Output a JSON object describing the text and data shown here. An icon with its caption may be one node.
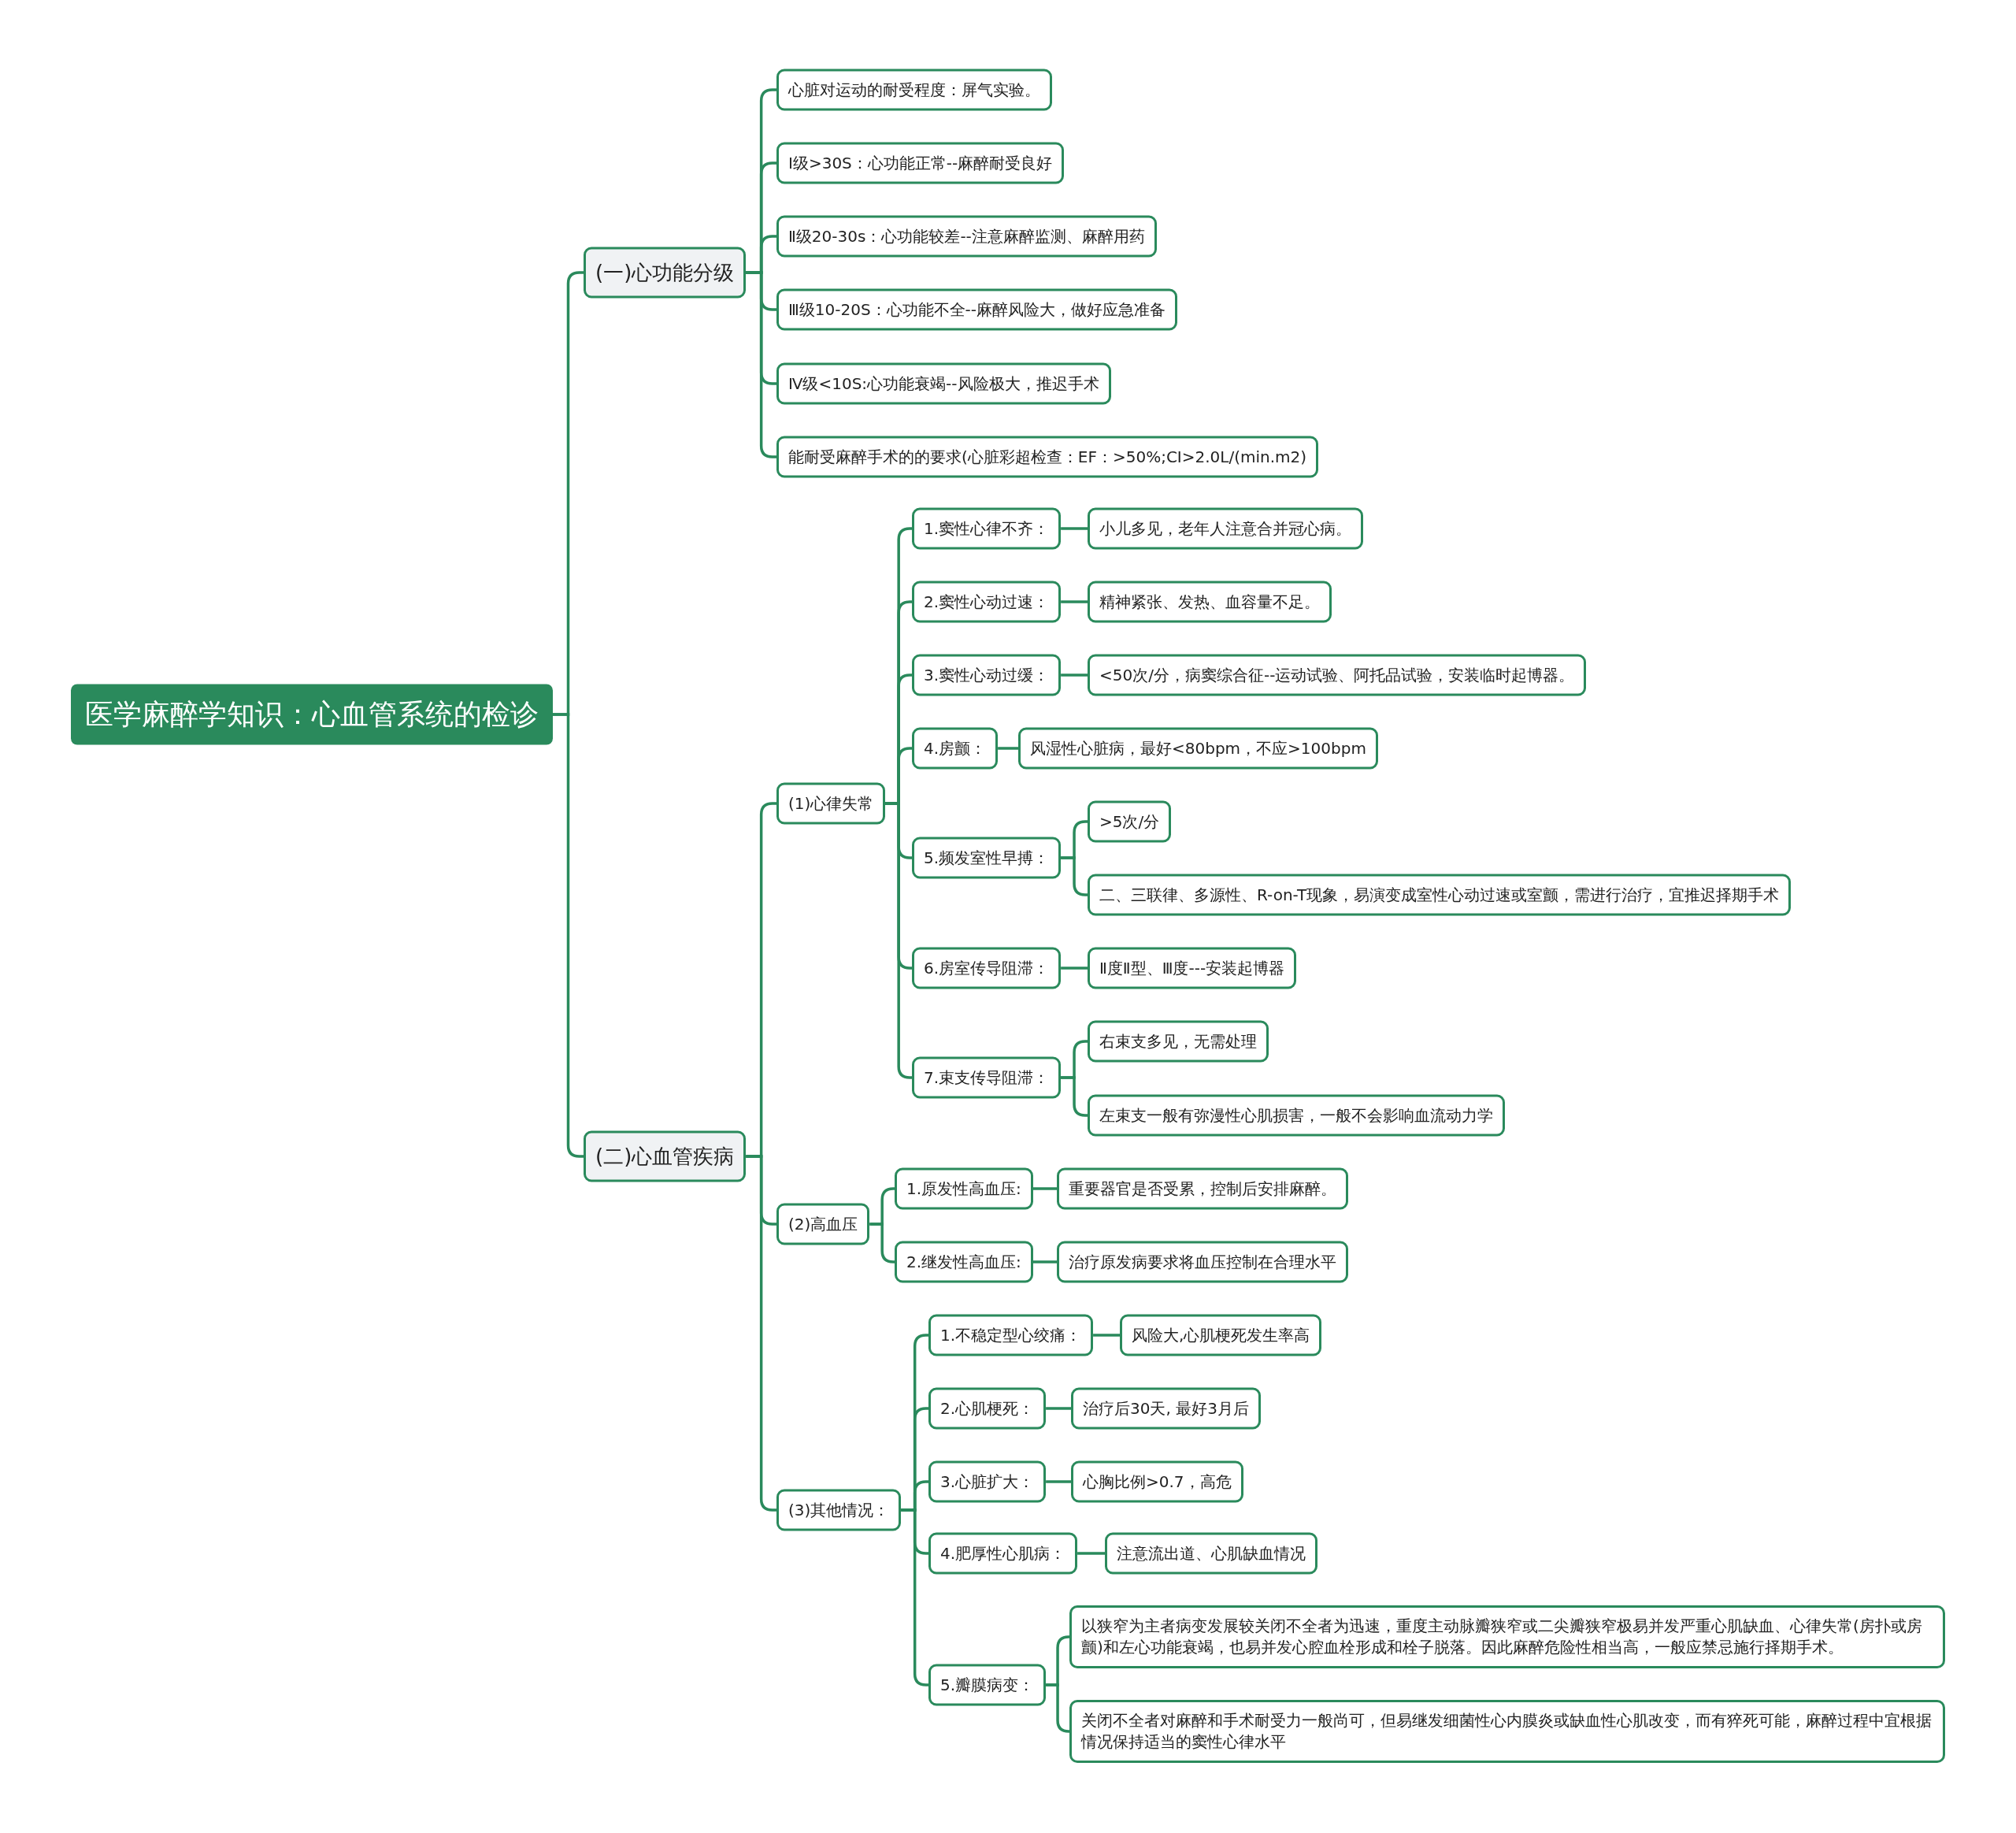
{
  "diagram": {
    "nodes": [
      {
        "text": [
          "医学麻醉学知识：心血管系统的检诊"
        ]
      },
      {
        "text": [
          "(一)心功能分级"
        ]
      },
      {
        "text": [
          "心脏对运动的耐受程度：屏气实验。"
        ]
      },
      {
        "text": [
          "Ⅰ级>30S：心功能正常--麻醉耐受良好"
        ]
      },
      {
        "text": [
          "Ⅱ级20-30s：心功能较差--注意麻醉监测、麻醉用药"
        ]
      },
      {
        "text": [
          "Ⅲ级10-20S：心功能不全--麻醉风险大，做好应急准备"
        ]
      },
      {
        "text": [
          "Ⅳ级<10S:心功能衰竭--风险极大，推迟手术"
        ]
      },
      {
        "text": [
          "能耐受麻醉手术的的要求(心脏彩超检查：EF：>50%;CI>2.0L/(min.m2)"
        ]
      },
      {
        "text": [
          "(二)心血管疾病"
        ]
      },
      {
        "text": [
          "(1)心律失常"
        ]
      },
      {
        "text": [
          "1.窦性心律不齐："
        ]
      },
      {
        "text": [
          "小儿多见，老年人注意合并冠心病。"
        ]
      },
      {
        "text": [
          "2.窦性心动过速："
        ]
      },
      {
        "text": [
          "精神紧张、发热、血容量不足。"
        ]
      },
      {
        "text": [
          "3.窦性心动过缓："
        ]
      },
      {
        "text": [
          "<50次/分，病窦综合征--运动试验、阿托品试验，安装临时起博器。"
        ]
      },
      {
        "text": [
          "4.房颤："
        ]
      },
      {
        "text": [
          "风湿性心脏病，最好<80bpm，不应>100bpm"
        ]
      },
      {
        "text": [
          "5.频发室性早搏："
        ]
      },
      {
        "text": [
          ">5次/分"
        ]
      },
      {
        "text": [
          "二、三联律、多源性、R-on-T现象，易演变成室性心动过速或室颤，需进行治疗，宜推迟择期手术"
        ]
      },
      {
        "text": [
          "6.房室传导阻滞："
        ]
      },
      {
        "text": [
          "Ⅱ度Ⅱ型、Ⅲ度---安装起博器"
        ]
      },
      {
        "text": [
          "7.束支传导阻滞："
        ]
      },
      {
        "text": [
          "右束支多见，无需处理"
        ]
      },
      {
        "text": [
          "左束支一般有弥漫性心肌损害，一般不会影响血流动力学"
        ]
      },
      {
        "text": [
          "(2)高血压"
        ]
      },
      {
        "text": [
          "1.原发性高血压:"
        ]
      },
      {
        "text": [
          "重要器官是否受累，控制后安排麻醉。"
        ]
      },
      {
        "text": [
          "2.继发性高血压:"
        ]
      },
      {
        "text": [
          "治疗原发病要求将血压控制在合理水平"
        ]
      },
      {
        "text": [
          "(3)其他情况："
        ]
      },
      {
        "text": [
          "1.不稳定型心绞痛："
        ]
      },
      {
        "text": [
          "风险大,心肌梗死发生率高"
        ]
      },
      {
        "text": [
          "2.心肌梗死："
        ]
      },
      {
        "text": [
          "治疗后30天, 最好3月后"
        ]
      },
      {
        "text": [
          "3.心脏扩大："
        ]
      },
      {
        "text": [
          "心胸比例>0.7，高危"
        ]
      },
      {
        "text": [
          "4.肥厚性心肌病："
        ]
      },
      {
        "text": [
          "注意流出道、心肌缺血情况"
        ]
      },
      {
        "text": [
          "5.瓣膜病变："
        ]
      },
      {
        "text": [
          "以狭窄为主者病变发展较关闭不全者为迅速，重度主动脉瓣狭窄或二尖瓣狭窄极易并发严重心肌缺血、心律失常(房扑或房颤)和左心功能衰竭，也易并发心腔血栓形成和栓子脱落。因此麻醉危险性相当高，一般应禁忌施行择期手术。"
        ]
      },
      {
        "text": [
          "关闭不全者对麻醉和手术耐受力一般尚可，但易继发细菌性心内膜炎或缺血性心肌改变，而有猝死可能，麻醉过程中宜根据情况保持适当的窦性心律水平"
        ]
      }
    ],
    "edges": [
      {
        "from": 0,
        "to": 1,
        "arrow": "none"
      },
      {
        "from": 1,
        "to": 2,
        "arrow": "none"
      },
      {
        "from": 1,
        "to": 3,
        "arrow": "none"
      },
      {
        "from": 1,
        "to": 4,
        "arrow": "none"
      },
      {
        "from": 1,
        "to": 5,
        "arrow": "none"
      },
      {
        "from": 1,
        "to": 6,
        "arrow": "none"
      },
      {
        "from": 1,
        "to": 7,
        "arrow": "none"
      },
      {
        "from": 0,
        "to": 8,
        "arrow": "none"
      },
      {
        "from": 8,
        "to": 9,
        "arrow": "none"
      },
      {
        "from": 9,
        "to": 10,
        "arrow": "none"
      },
      {
        "from": 10,
        "to": 11,
        "arrow": "none"
      },
      {
        "from": 9,
        "to": 12,
        "arrow": "none"
      },
      {
        "from": 12,
        "to": 13,
        "arrow": "none"
      },
      {
        "from": 9,
        "to": 14,
        "arrow": "none"
      },
      {
        "from": 14,
        "to": 15,
        "arrow": "none"
      },
      {
        "from": 9,
        "to": 16,
        "arrow": "none"
      },
      {
        "from": 16,
        "to": 17,
        "arrow": "none"
      },
      {
        "from": 9,
        "to": 18,
        "arrow": "none"
      },
      {
        "from": 18,
        "to": 19,
        "arrow": "none"
      },
      {
        "from": 18,
        "to": 20,
        "arrow": "none"
      },
      {
        "from": 9,
        "to": 21,
        "arrow": "none"
      },
      {
        "from": 21,
        "to": 22,
        "arrow": "none"
      },
      {
        "from": 9,
        "to": 23,
        "arrow": "none"
      },
      {
        "from": 23,
        "to": 24,
        "arrow": "none"
      },
      {
        "from": 23,
        "to": 25,
        "arrow": "none"
      },
      {
        "from": 8,
        "to": 26,
        "arrow": "none"
      },
      {
        "from": 26,
        "to": 27,
        "arrow": "none"
      },
      {
        "from": 27,
        "to": 28,
        "arrow": "none"
      },
      {
        "from": 26,
        "to": 29,
        "arrow": "none"
      },
      {
        "from": 29,
        "to": 30,
        "arrow": "none"
      },
      {
        "from": 8,
        "to": 31,
        "arrow": "none"
      },
      {
        "from": 31,
        "to": 32,
        "arrow": "none"
      },
      {
        "from": 32,
        "to": 33,
        "arrow": "none"
      },
      {
        "from": 31,
        "to": 34,
        "arrow": "none"
      },
      {
        "from": 34,
        "to": 35,
        "arrow": "none"
      },
      {
        "from": 31,
        "to": 36,
        "arrow": "none"
      },
      {
        "from": 36,
        "to": 37,
        "arrow": "none"
      },
      {
        "from": 31,
        "to": 38,
        "arrow": "none"
      },
      {
        "from": 38,
        "to": 39,
        "arrow": "none"
      },
      {
        "from": 31,
        "to": 40,
        "arrow": "none"
      },
      {
        "from": 40,
        "to": 41,
        "arrow": "none"
      },
      {
        "from": 40,
        "to": 42,
        "arrow": "none"
      }
    ]
  }
}
